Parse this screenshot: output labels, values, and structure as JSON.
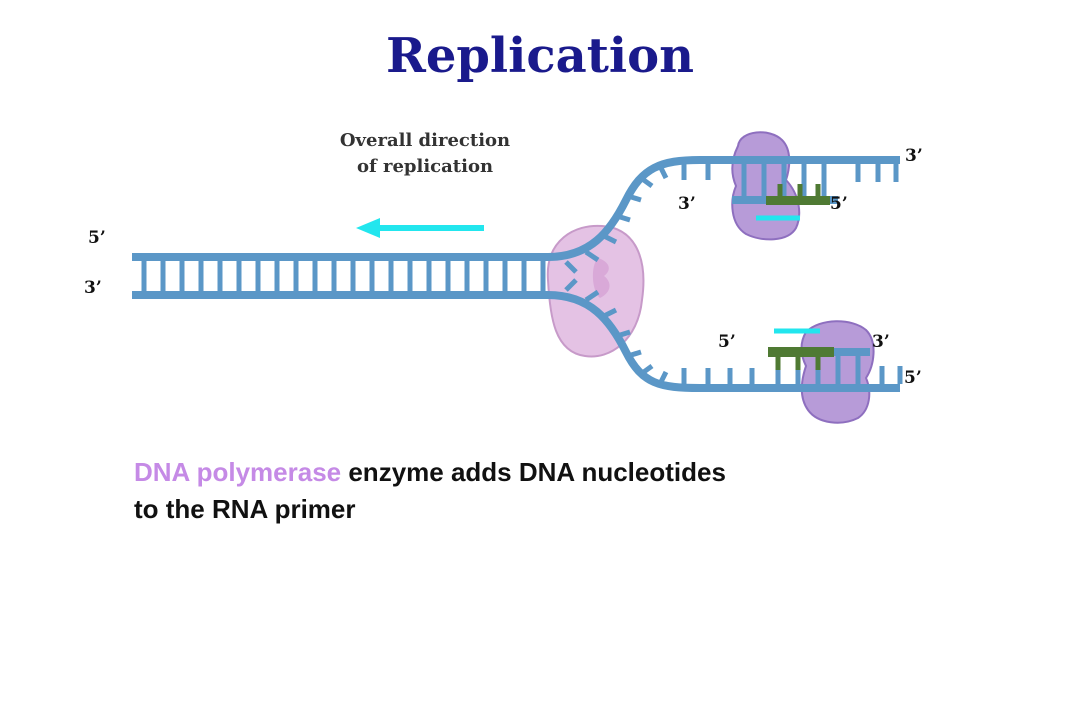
{
  "title": "Replication",
  "direction_label": {
    "line1": "Overall direction",
    "line2": "of replication"
  },
  "end_labels": {
    "left_top": "5’",
    "left_bottom": "3’",
    "upper_fork_end": "3’",
    "upper_primer_left": "3’",
    "upper_primer_right": "5’",
    "lower_primer_left": "5’",
    "lower_primer_right": "3’",
    "lower_fork_end": "5’"
  },
  "caption": {
    "highlight": "DNA polymerase",
    "rest_line1": " enzyme adds DNA nucleotides",
    "line2": "to the RNA primer"
  },
  "colors": {
    "title": "#1a1a8c",
    "dna_strand": "#5b97c7",
    "polymerase": "#b79bd8",
    "helicase": "#e4c2e4",
    "primer": "#4f7a33",
    "new_dna_arrow": "#22e6ee",
    "highlight_text": "#c58ae6"
  }
}
